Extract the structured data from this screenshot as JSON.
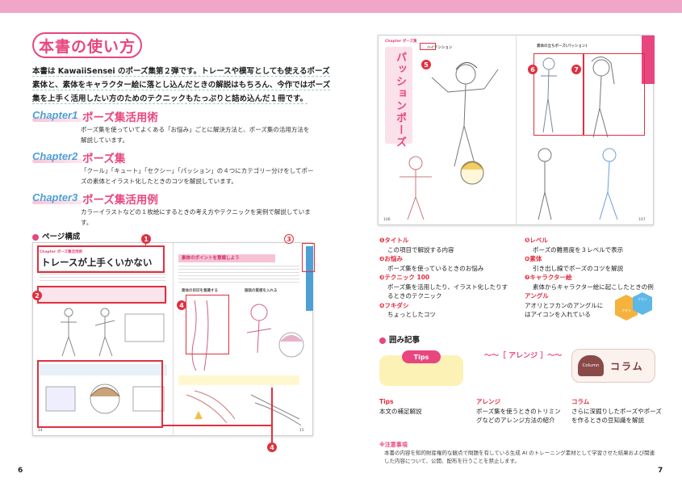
{
  "colors": {
    "accent": "#e8467f",
    "chapter_blue": "#4d9fd6",
    "callout_red": "#e0303f",
    "tips_yellow": "#fdf2b5"
  },
  "left": {
    "page_title": "本書の使い方",
    "intro": "本書は KawaiiSensei のポーズ集第２弾です。トレースや模写としても使えるポーズ素体と、素体をキャラクター絵に落とし込んだときの解説はもちろん、今作ではポーズ集を上手く活用したい方のためのテクニックもたっぷりと詰め込んだ１冊です。",
    "chapters": [
      {
        "label": "Chapter1",
        "title": "ポーズ集活用術",
        "desc": "ポーズ集を使っていてよくある「お悩み」ごとに解決方法と、ポーズ集の活用方法を解説しています。"
      },
      {
        "label": "Chapter2",
        "title": "ポーズ集",
        "desc": "「クール」「キュート」「セクシー」「パッション」の４つにカテゴリー分けをしてポーズの素体とイラスト化したときのコツを解説しています。"
      },
      {
        "label": "Chapter3",
        "title": "ポーズ集活用例",
        "desc": "カラーイラストなどの１枚絵にするときの考え方やテクニックを実例で解説しています。"
      }
    ],
    "section_title": "ページ構成",
    "sample": {
      "chapter": "Chapter ポーズ集活用術",
      "heading": "トレースが上手くいかない",
      "right_heading": "素体のポイントを意識しよう",
      "tech1": "素体の目印を意識する",
      "tech2": "服装の質感を入れる",
      "page_left": "14",
      "page_right": "15"
    },
    "callouts": [
      "1",
      "2",
      "3",
      "4",
      "4"
    ],
    "page_number": "6"
  },
  "right": {
    "sample": {
      "chapter": "Chapter ポーズ集",
      "vertical_title": "パッションポーズ",
      "sub1": "ハイテンション",
      "sub2": "素体の立ちポーズ(パッション)",
      "page_left": "106",
      "page_right": "107"
    },
    "callouts": [
      "5",
      "6",
      "7"
    ],
    "legend_left": [
      {
        "num": "❶",
        "term": "タイトル",
        "desc": "この項目で解説する内容"
      },
      {
        "num": "❷",
        "term": "お悩み",
        "desc": "ポーズ集を使っているときのお悩み"
      },
      {
        "num": "❸",
        "term": "テクニック 100",
        "desc": "ポーズ集を活用したり、イラスト化したりするときのテクニック"
      },
      {
        "num": "❹",
        "term": "フキダシ",
        "desc": "ちょっとしたコツ"
      }
    ],
    "legend_right": [
      {
        "num": "❺",
        "term": "レベル",
        "desc": "ポーズの難易度を３レベルで表示"
      },
      {
        "num": "❻",
        "term": "素体",
        "desc": "引き出し線でポーズのコツを解説"
      },
      {
        "num": "❼",
        "term": "キャラクター絵",
        "desc": "素体からキャラクター絵に起こしたときの例"
      },
      {
        "num": "",
        "term": "アングル",
        "desc": "アオリとフカンのアングルにはアイコンを入れている"
      }
    ],
    "angle_icons": [
      "アオリ",
      "フカン"
    ],
    "box_section_title": "囲み記事",
    "tips_label": "Tips",
    "arrange_label": "〜〜［ アレンジ ］〜〜",
    "column_tag": "Column",
    "column_title": "コラム",
    "box_items": [
      {
        "term": "Tips",
        "desc": "本文の補足解説"
      },
      {
        "term": "アレンジ",
        "desc": "ポーズ集を使うときのトリミングなどのアレンジ方法の紹介"
      },
      {
        "term": "コラム",
        "desc": "さらに深掘りしたポーズやポーズを作るときの豆知識を解説"
      }
    ],
    "note_heading": "※注意事項",
    "note": "本書の内容を知的財産権的な観点で問題を有している生成 AI のトレーニング素材として学習させた結果および関連した内容について、公開、配布を行うことを禁止します。",
    "page_number": "7"
  }
}
